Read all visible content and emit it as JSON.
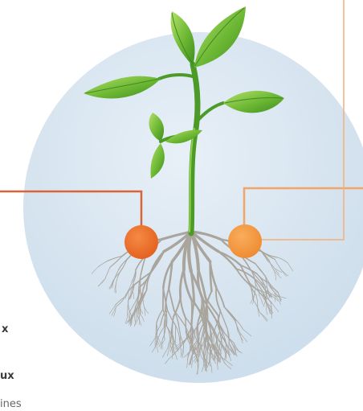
{
  "colors": {
    "circle_fill": "#d2e1ee",
    "leaf_green": "#5fae2c",
    "leaf_highlight": "#a9d95a",
    "stem_green": "#4c9a28",
    "root_gray": "#a9a49c",
    "marker_left": "#ee6a25",
    "marker_right": "#f2923a",
    "line_left": "#d9643a",
    "line_right": "#f2a56a"
  },
  "icons": {
    "plant": "seedling-with-roots-illustration",
    "left_marker": "orange-dot-marker",
    "right_marker": "light-orange-dot-marker"
  },
  "text_fragments": {
    "f1": "x",
    "f2": "ux",
    "f3": "ines"
  }
}
